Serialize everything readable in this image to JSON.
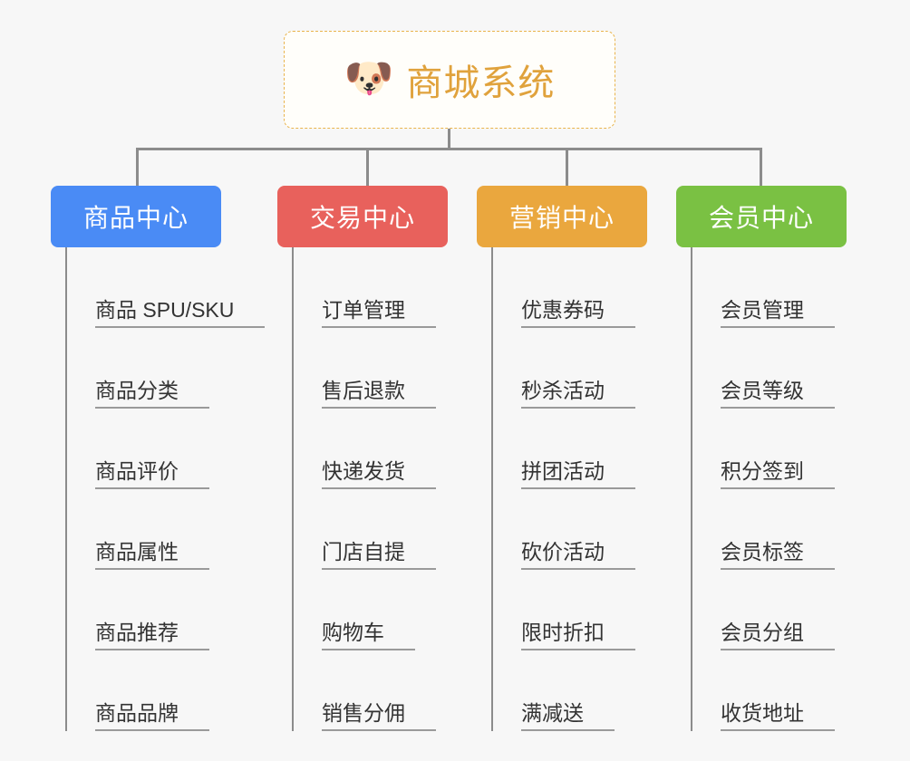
{
  "root": {
    "icon": "shiba-dog-face-emoji",
    "icon_glyph": "🐶",
    "title": "商城系统",
    "title_color": "#e0a23c",
    "border_color": "#e9b44c"
  },
  "canvas": {
    "background": "#f7f7f7",
    "connector_color": "#8c8c8c"
  },
  "branches": [
    {
      "id": "product-center",
      "label": "商品中心",
      "color": "#4a8bf5",
      "items": [
        "商品 SPU/SKU",
        "商品分类",
        "商品评价",
        "商品属性",
        "商品推荐",
        "商品品牌"
      ]
    },
    {
      "id": "trade-center",
      "label": "交易中心",
      "color": "#e8615c",
      "items": [
        "订单管理",
        "售后退款",
        "快递发货",
        "门店自提",
        "购物车",
        "销售分佣"
      ]
    },
    {
      "id": "marketing-center",
      "label": "营销中心",
      "color": "#eaa73e",
      "items": [
        "优惠券码",
        "秒杀活动",
        "拼团活动",
        "砍价活动",
        "限时折扣",
        "满减送"
      ]
    },
    {
      "id": "member-center",
      "label": "会员中心",
      "color": "#7ac143",
      "items": [
        "会员管理",
        "会员等级",
        "积分签到",
        "会员标签",
        "会员分组",
        "收货地址"
      ]
    }
  ],
  "layout": {
    "category_left": [
      56,
      306,
      526,
      746
    ],
    "drop_left": [
      150,
      404,
      624,
      838
    ],
    "column_left": [
      72,
      322,
      542,
      762
    ]
  }
}
